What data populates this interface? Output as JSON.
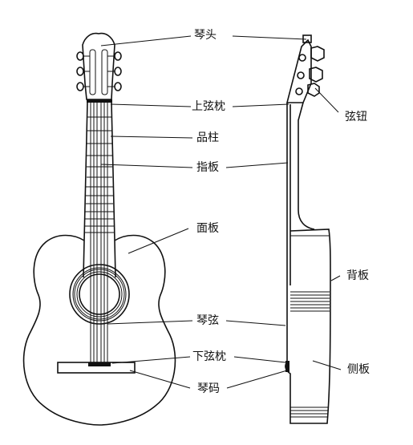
{
  "labels": {
    "headstock": "琴头",
    "nut": "上弦枕",
    "frets": "品柱",
    "fingerboard": "指板",
    "soundboard": "面板",
    "strings": "琴弦",
    "saddle": "下弦枕",
    "bridge": "琴码",
    "tuners": "弦钮",
    "back": "背板",
    "side": "侧板"
  }
}
